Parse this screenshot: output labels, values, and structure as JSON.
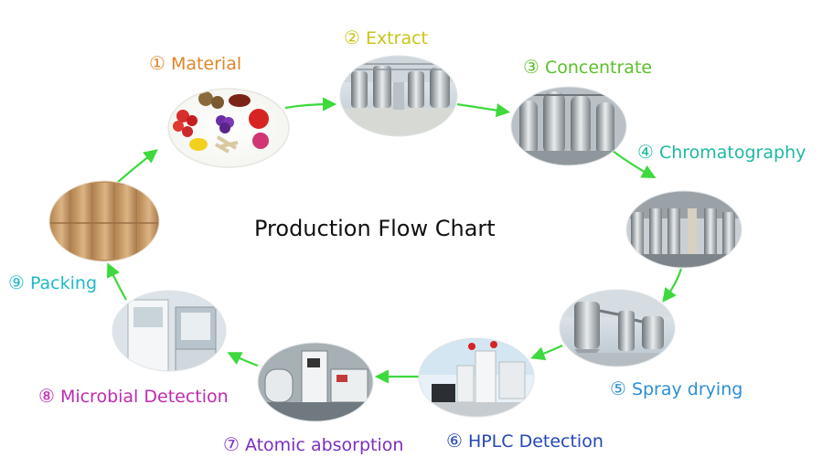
{
  "title": "Production Flow Chart",
  "arrow_color": "#3dd93d",
  "steps": [
    {
      "num": "①",
      "label": "Material",
      "color": "#e0862a",
      "image": "fruits-and-herbs-photo"
    },
    {
      "num": "②",
      "label": "Extract",
      "color": "#c9c415",
      "image": "extraction-tanks-photo"
    },
    {
      "num": "③",
      "label": "Concentrate",
      "color": "#5cbf2a",
      "image": "concentration-equipment-photo"
    },
    {
      "num": "④",
      "label": "Chromatography",
      "color": "#1fb9a2",
      "image": "chromatography-columns-photo"
    },
    {
      "num": "⑤",
      "label": "Spray drying",
      "color": "#2b8fd6",
      "image": "spray-dryer-photo"
    },
    {
      "num": "⑥",
      "label": "HPLC Detection",
      "color": "#2447b8",
      "image": "hplc-instrument-photo"
    },
    {
      "num": "⑦",
      "label": "Atomic absorption",
      "color": "#7a2fc2",
      "image": "atomic-absorption-instrument-photo"
    },
    {
      "num": "⑧",
      "label": "Microbial Detection",
      "color": "#c02ab0",
      "image": "microbial-lab-cabinet-photo"
    },
    {
      "num": "⑨",
      "label": "Packing",
      "color": "#1fb9c9",
      "image": "packing-drums-photo"
    }
  ]
}
